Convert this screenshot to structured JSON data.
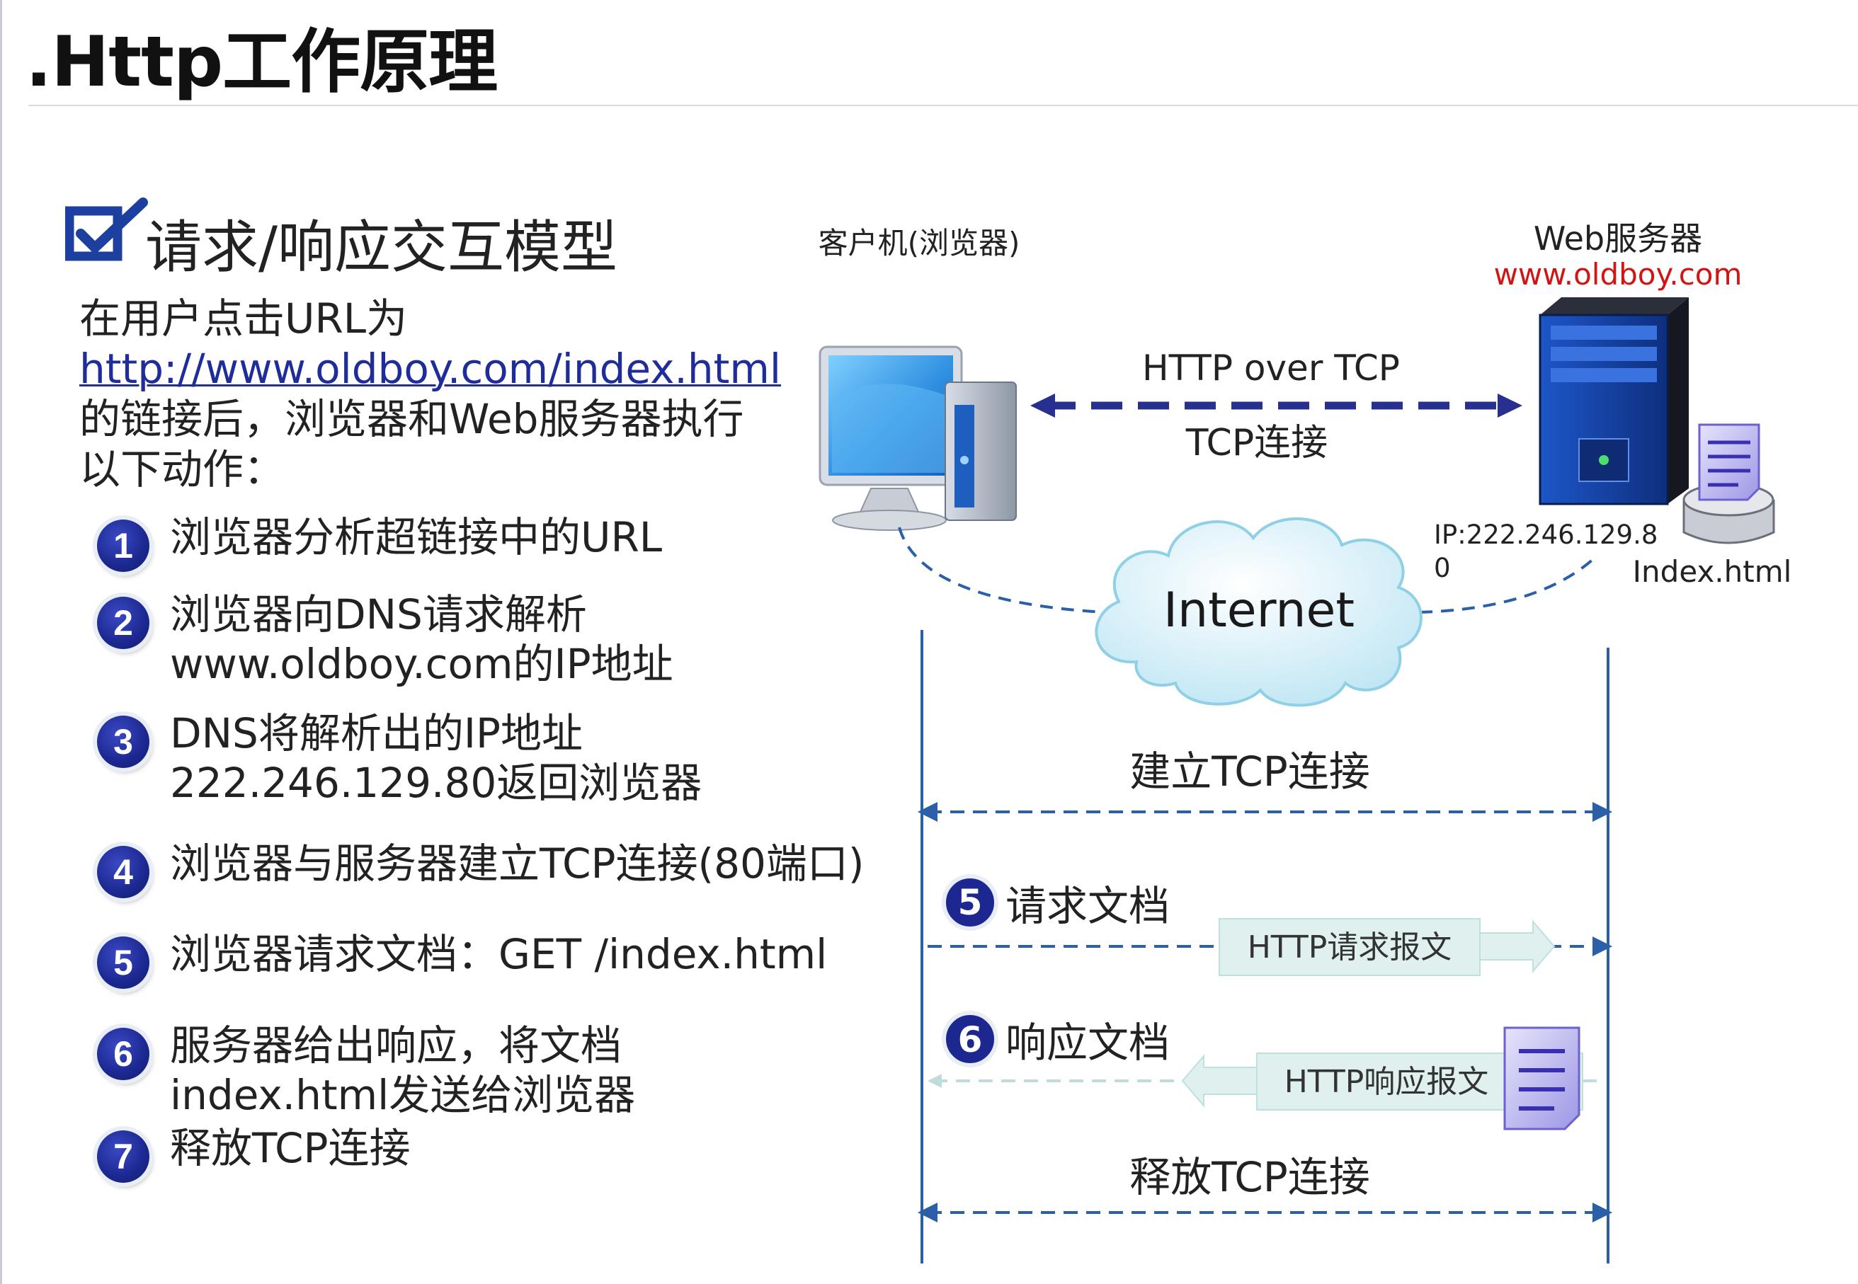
{
  "page": {
    "title": ".Http工作原理",
    "section_title": "请求/响应交互模型"
  },
  "intro": {
    "line1": "在用户点击URL为",
    "url": "http://www.oldboy.com/index.html",
    "line3": "的链接后，浏览器和Web服务器执行",
    "line4": "以下动作："
  },
  "steps": [
    {
      "num": "1",
      "lines": [
        "浏览器分析超链接中的URL"
      ]
    },
    {
      "num": "2",
      "lines": [
        "浏览器向DNS请求解析",
        "www.oldboy.com的IP地址"
      ]
    },
    {
      "num": "3",
      "lines": [
        "DNS将解析出的IP地址",
        "222.246.129.80返回浏览器"
      ]
    },
    {
      "num": "4",
      "lines": [
        "浏览器与服务器建立TCP连接(80端口)"
      ]
    },
    {
      "num": "5",
      "lines": [
        "浏览器请求文档：GET /index.html"
      ]
    },
    {
      "num": "6",
      "lines": [
        "服务器给出响应，将文档",
        "index.html发送给浏览器"
      ]
    },
    {
      "num": "7",
      "lines": [
        "释放TCP连接"
      ]
    }
  ],
  "diagram": {
    "client_label": "客户机(浏览器)",
    "server_label": "Web服务器",
    "server_domain": "www.oldboy.com",
    "http_over_tcp": "HTTP over TCP",
    "tcp_connect": "TCP连接",
    "server_ip_line1": "IP:222.246.129.8",
    "server_ip_line2": "0",
    "server_file": "Index.html",
    "internet": "Internet"
  },
  "sequence": {
    "establish": "建立TCP连接",
    "request_num": "5",
    "request_label": "请求文档",
    "request_msg": "HTTP请求报文",
    "response_num": "6",
    "response_label": "响应文档",
    "response_msg": "HTTP响应报文",
    "release": "释放TCP连接"
  },
  "colors": {
    "accent_blue": "#1c2890",
    "link_blue": "#1f2d9a",
    "server_domain_red": "#d21414",
    "seq_line_blue": "#2b5fa8",
    "msg_box": "#dff0ef"
  }
}
